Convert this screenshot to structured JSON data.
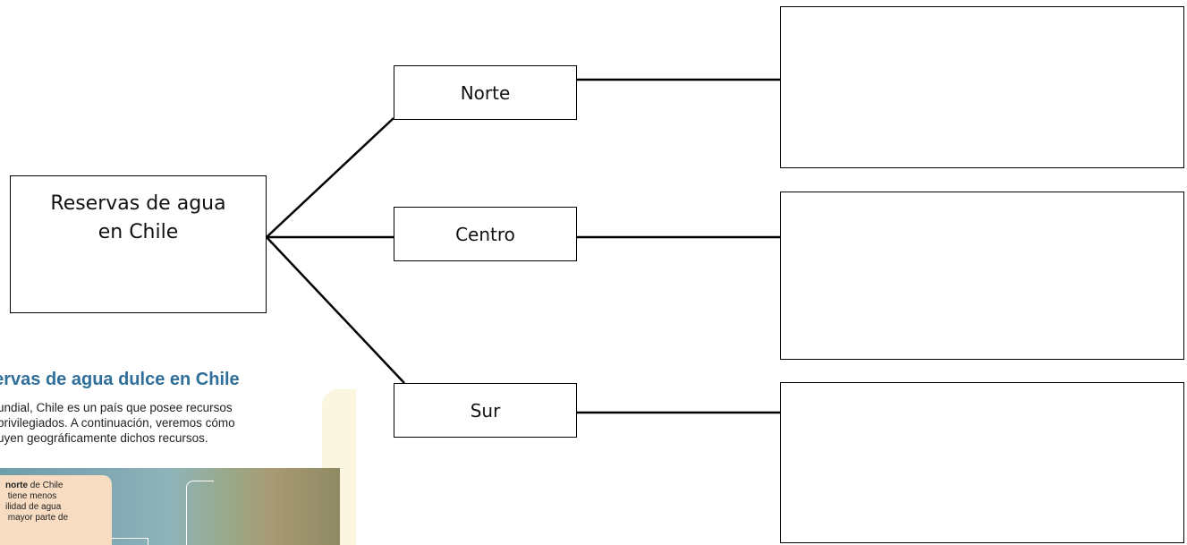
{
  "diagram": {
    "root": "Reservas de agua\nen Chile",
    "branches": [
      {
        "label": "Norte",
        "answer": ""
      },
      {
        "label": "Centro",
        "answer": ""
      },
      {
        "label": "Sur",
        "answer": ""
      }
    ]
  },
  "excerpt": {
    "title": "servas de agua dulce en Chile",
    "paragraph": "undial, Chile es un país que posee recursos\nprivilegiados. A continuación, veremos cómo\nuyen geográficamente dichos recursos.",
    "note_bold": "norte",
    "note_rest": " de Chile\n tiene menos\nilidad de agua\n mayor parte de"
  }
}
